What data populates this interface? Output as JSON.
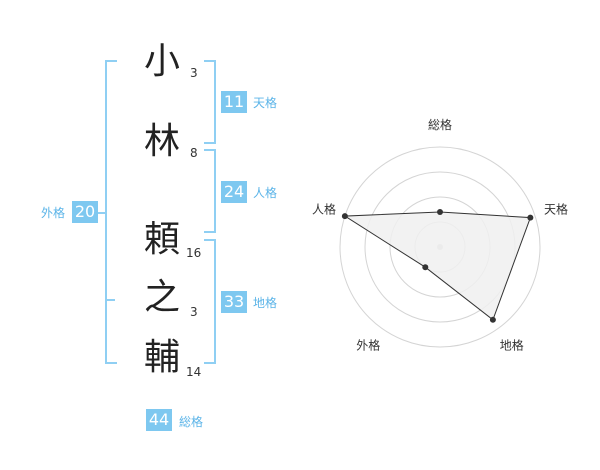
{
  "name": {
    "characters": [
      {
        "char": "小",
        "strokes": "3"
      },
      {
        "char": "林",
        "strokes": "8"
      },
      {
        "char": "頼",
        "strokes": "16"
      },
      {
        "char": "之",
        "strokes": "3"
      },
      {
        "char": "輔",
        "strokes": "14"
      }
    ]
  },
  "kakusu": {
    "tenkaku": {
      "value": "11",
      "label": "天格"
    },
    "jinkaku": {
      "value": "24",
      "label": "人格"
    },
    "chikaku": {
      "value": "33",
      "label": "地格"
    },
    "gaikaku": {
      "value": "20",
      "label": "外格"
    },
    "soukaku": {
      "value": "44",
      "label": "総格"
    }
  },
  "chart_data": {
    "type": "radar",
    "axes": [
      "総格",
      "天格",
      "地格",
      "外格",
      "人格"
    ],
    "rings": 4,
    "values": [
      0.35,
      0.95,
      0.9,
      0.25,
      1.0
    ],
    "colors": {
      "fill": "#f0f0f0",
      "line": "#333333",
      "point": "#333333",
      "grid": "#d4d4d4"
    }
  }
}
